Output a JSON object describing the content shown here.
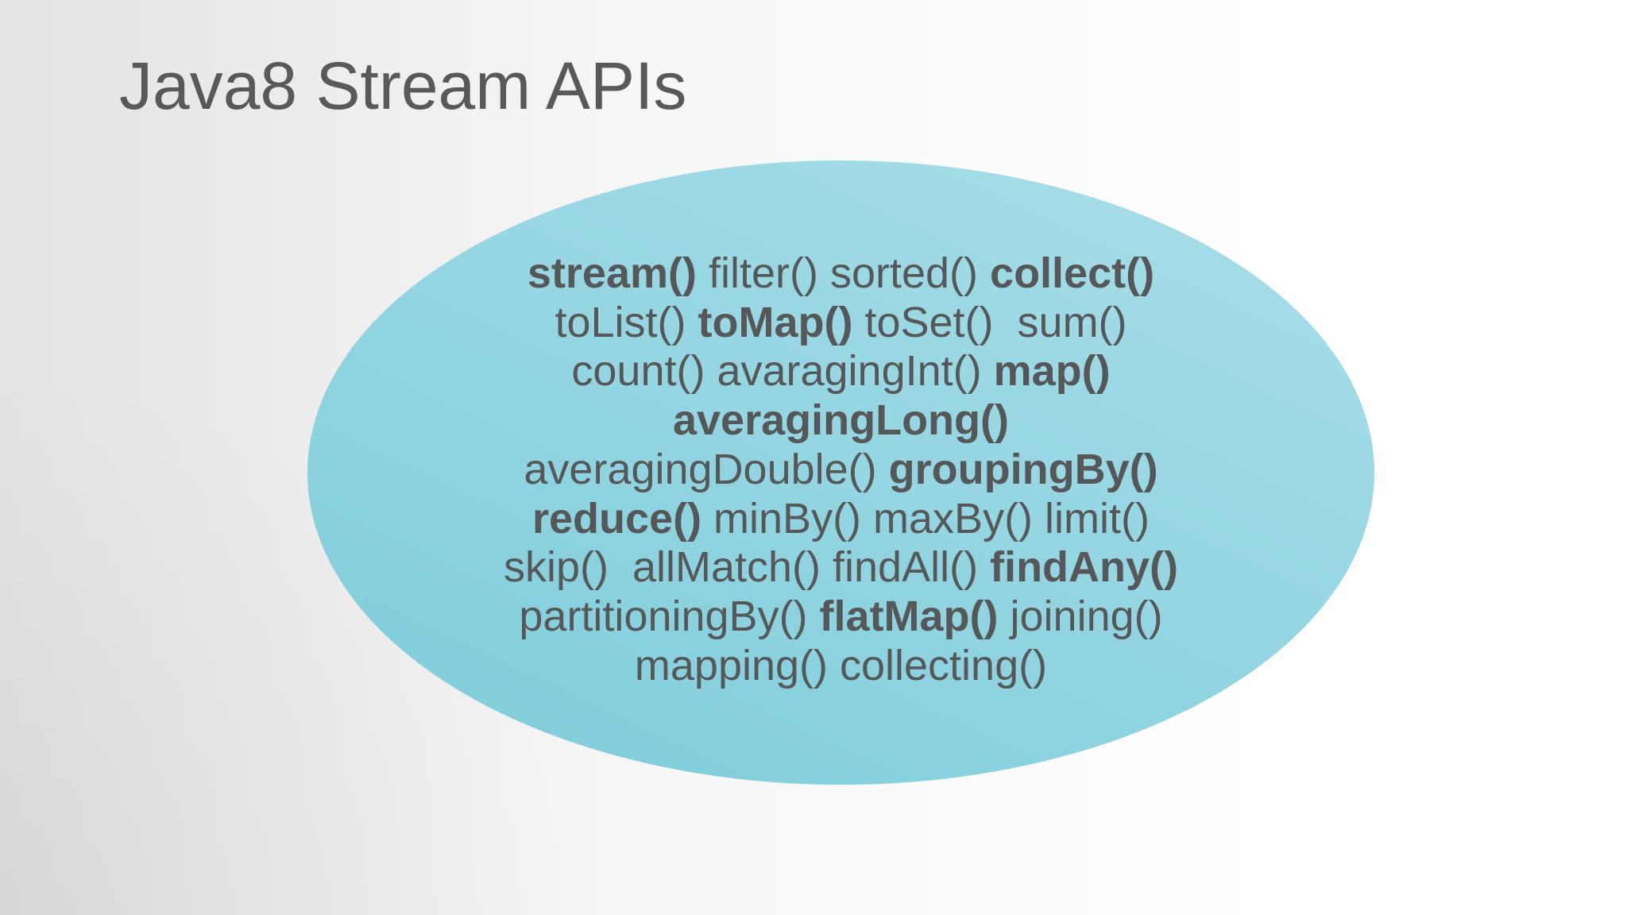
{
  "slide_title": "Java8 Stream APIs",
  "bubble": {
    "shape": "ellipse",
    "lines": [
      {
        "segments": [
          {
            "text": "stream()",
            "bold": true
          },
          {
            "text": " filter() sorted() ",
            "bold": false
          },
          {
            "text": "collect()",
            "bold": true
          }
        ]
      },
      {
        "segments": [
          {
            "text": "toList() ",
            "bold": false
          },
          {
            "text": "toMap()",
            "bold": true
          },
          {
            "text": " toSet()  sum()",
            "bold": false
          }
        ]
      },
      {
        "segments": [
          {
            "text": "count() avaragingInt() ",
            "bold": false
          },
          {
            "text": "map()",
            "bold": true
          }
        ]
      },
      {
        "segments": [
          {
            "text": "averagingLong()",
            "bold": true
          }
        ]
      },
      {
        "segments": [
          {
            "text": "averagingDouble() ",
            "bold": false
          },
          {
            "text": "groupingBy()",
            "bold": true
          }
        ]
      },
      {
        "segments": [
          {
            "text": "reduce()",
            "bold": true
          },
          {
            "text": " minBy() maxBy() limit()",
            "bold": false
          }
        ]
      },
      {
        "segments": [
          {
            "text": "skip()  allMatch() findAll() ",
            "bold": false
          },
          {
            "text": "findAny()",
            "bold": true
          }
        ]
      },
      {
        "segments": [
          {
            "text": "partitioningBy() ",
            "bold": false
          },
          {
            "text": "flatMap()",
            "bold": true
          },
          {
            "text": " joining()",
            "bold": false
          }
        ]
      },
      {
        "segments": [
          {
            "text": "mapping() collecting()",
            "bold": false
          }
        ]
      }
    ]
  },
  "colors": {
    "title-text": "#58595b",
    "api-text": "#565759",
    "bubble-gradient-start": "#aadfe9",
    "bubble-gradient-end": "#82cedc",
    "bg-light": "#ffffff",
    "bg-gray": "#e3e3e3"
  }
}
